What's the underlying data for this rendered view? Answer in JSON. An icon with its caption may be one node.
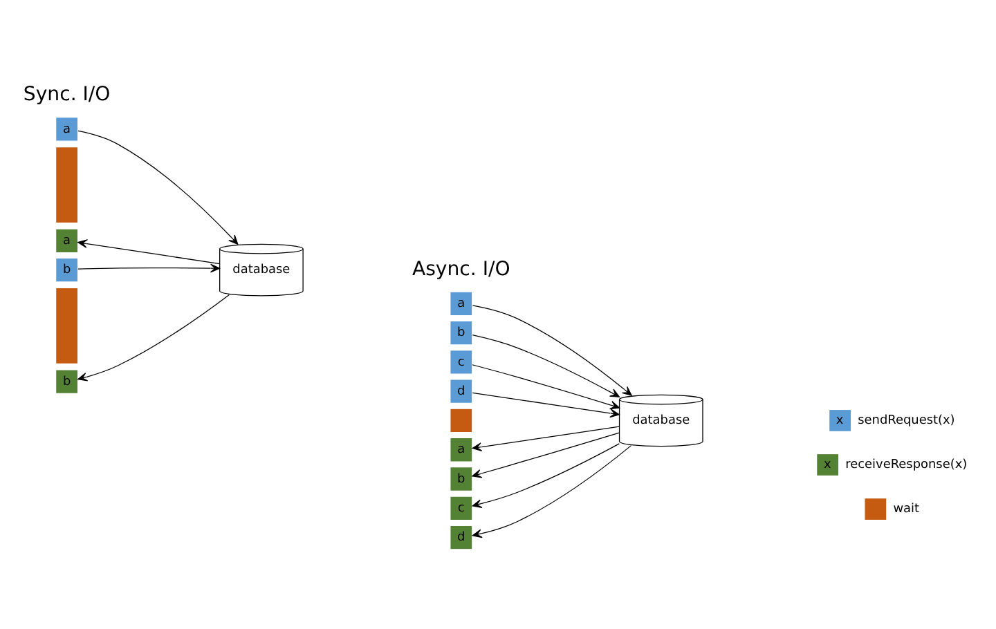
{
  "diagram": {
    "nodes": [
      {
        "text": [
          "a"
        ]
      },
      {
        "text": [],
        "shape": "box"
      },
      {
        "text": [
          "a"
        ]
      },
      {
        "text": [
          "b"
        ]
      },
      {
        "text": [],
        "shape": "box"
      },
      {
        "text": [
          "b"
        ]
      },
      {
        "text": [
          "database"
        ]
      },
      {
        "text": [
          "a"
        ]
      },
      {
        "text": [
          "b"
        ]
      },
      {
        "text": [
          "c"
        ]
      },
      {
        "text": [
          "d"
        ]
      },
      {
        "text": [],
        "shape": "box"
      },
      {
        "text": [
          "a"
        ]
      },
      {
        "text": [
          "b"
        ]
      },
      {
        "text": [
          "c"
        ]
      },
      {
        "text": [
          "d"
        ]
      },
      {
        "text": [
          "database"
        ]
      }
    ],
    "edges": [
      {
        "from": 0,
        "to": 6,
        "arrow": "to"
      },
      {
        "from": 6,
        "to": 2,
        "arrow": "to"
      },
      {
        "from": 3,
        "to": 6,
        "arrow": "to"
      },
      {
        "from": 6,
        "to": 5,
        "arrow": "to"
      },
      {
        "from": 7,
        "to": 16,
        "arrow": "to"
      },
      {
        "from": 8,
        "to": 16,
        "arrow": "to"
      },
      {
        "from": 9,
        "to": 16,
        "arrow": "to"
      },
      {
        "from": 10,
        "to": 16,
        "arrow": "to"
      },
      {
        "from": 16,
        "to": 12,
        "arrow": "to"
      },
      {
        "from": 16,
        "to": 13,
        "arrow": "to"
      },
      {
        "from": 16,
        "to": 14,
        "arrow": "to"
      },
      {
        "from": 16,
        "to": 15,
        "arrow": "to"
      }
    ],
    "labels": [
      "Sync. I/O",
      "Async. I/O",
      "x",
      "x"
    ],
    "legend": [
      {
        "text": "sendRequest(x)",
        "color": "#5b9bd5"
      },
      {
        "text": "receiveResponse(x)",
        "color": "#548235"
      },
      {
        "text": "wait",
        "color": "#c55a11"
      }
    ]
  }
}
